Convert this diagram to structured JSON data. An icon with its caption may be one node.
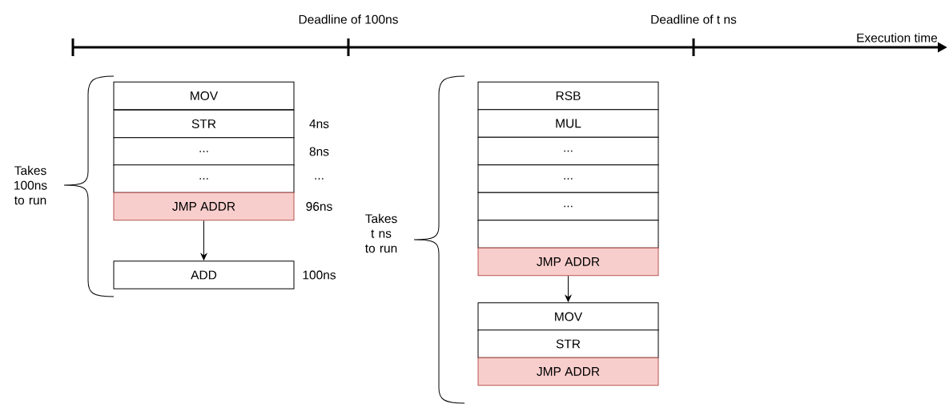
{
  "diagram": {
    "nodes": [
      {
        "text": [
          "MOV"
        ]
      },
      {
        "text": [
          "STR"
        ],
        "beside": [
          "4ns"
        ]
      },
      {
        "text": [
          "..."
        ],
        "beside": [
          "8ns"
        ]
      },
      {
        "text": [
          "..."
        ],
        "beside": [
          "..."
        ]
      },
      {
        "text": [
          "JMP ADDR"
        ],
        "beside": [
          "96ns"
        ]
      },
      {
        "text": [
          "ADD"
        ],
        "beside": [
          "100ns"
        ]
      },
      {
        "text": [
          "RSB"
        ]
      },
      {
        "text": [
          "MUL"
        ]
      },
      {
        "text": [
          "..."
        ]
      },
      {
        "text": [
          "..."
        ]
      },
      {
        "text": [
          "..."
        ]
      },
      {
        "text": [],
        "shape": "box"
      },
      {
        "text": [
          "JMP ADDR"
        ]
      },
      {
        "text": [
          "MOV"
        ]
      },
      {
        "text": [
          "STR"
        ]
      },
      {
        "text": [
          "JMP ADDR"
        ]
      }
    ],
    "edges": [
      {
        "from": 4,
        "to": 5,
        "arrow": "to"
      },
      {
        "from": 12,
        "to": 13,
        "arrow": "to"
      }
    ],
    "labels": [
      "Deadline of 100ns",
      "Deadline of t ns",
      "Execution time",
      "Takes 100ns to run",
      "Takes t ns to run"
    ]
  }
}
